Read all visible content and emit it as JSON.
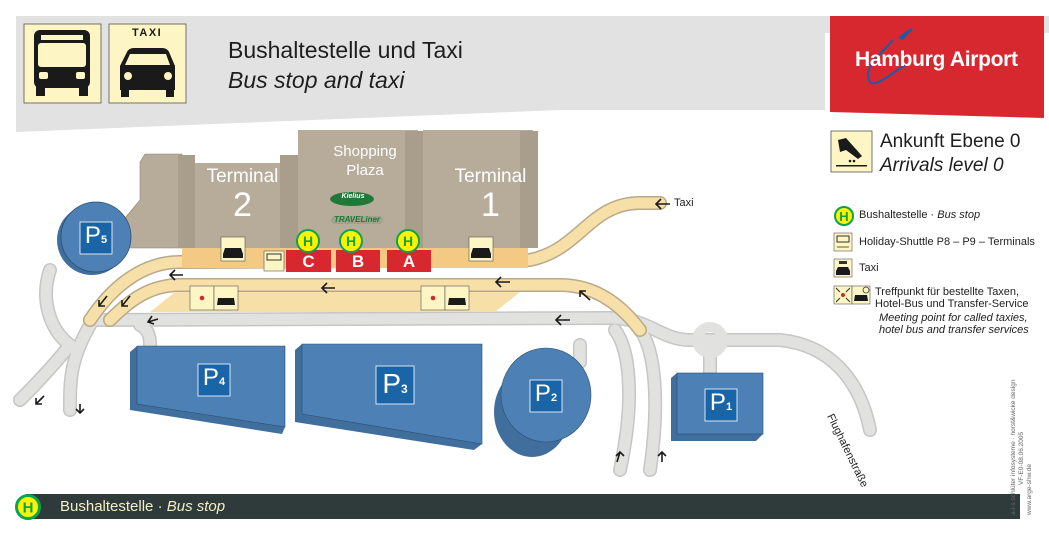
{
  "header": {
    "title_de": "Bushaltestelle und Taxi",
    "title_en": "Bus stop and taxi",
    "icons": [
      "bus-icon",
      "taxi-icon"
    ],
    "taxi_sign_label": "TAXI"
  },
  "logo": {
    "text": "Hamburg Airport",
    "background": "#d7282f"
  },
  "arrivals": {
    "title_de": "Ankunft Ebene 0",
    "title_en": "Arrivals level 0",
    "icon": "arrival-plane-icon"
  },
  "legend": {
    "items": [
      {
        "icon": "bus-stop-h-icon",
        "text_de": "Bushaltestelle",
        "sep": " · ",
        "text_en": "Bus stop"
      },
      {
        "icon": "holiday-shuttle-icon",
        "text": "Holiday-Shuttle P8 – P9 – Terminals"
      },
      {
        "icon": "taxi-icon",
        "text": "Taxi"
      },
      {
        "icon": "meeting-point-icon",
        "text_de_1": "Treffpunkt für bestellte Taxen,",
        "text_de_2": "Hotel-Bus und Transfer-Service",
        "text_en_1": "Meeting point for called taxies,",
        "text_en_2": "hotel bus and transfer services"
      }
    ]
  },
  "map": {
    "terminals": [
      {
        "label": "Terminal",
        "number": "2"
      },
      {
        "label": "Terminal",
        "number": "1"
      }
    ],
    "shopping_plaza": {
      "line1": "Shopping",
      "line2": "Plaza"
    },
    "bus_stops": [
      {
        "letter": "C",
        "symbol": "H"
      },
      {
        "letter": "B",
        "symbol": "H"
      },
      {
        "letter": "A",
        "symbol": "H"
      }
    ],
    "parking": [
      {
        "letter": "P",
        "number": "5"
      },
      {
        "letter": "P",
        "number": "4"
      },
      {
        "letter": "P",
        "number": "3"
      },
      {
        "letter": "P",
        "number": "2"
      },
      {
        "letter": "P",
        "number": "1"
      }
    ],
    "taxi_lane_label": "Taxi",
    "street_label": "Flughafenstraße",
    "brand_1": "Kielius",
    "brand_2": "TRAVELiner",
    "colors": {
      "terminal": "#b7ab99",
      "road_taxi": "#f7dfa8",
      "road_gray": "#e1e1e0",
      "parking": "#4d81b6",
      "bus_stop_red": "#d7282f",
      "h_green": "#0aa54b",
      "h_yellow": "#fff200"
    }
  },
  "footer": {
    "text_de": "Bushaltestelle",
    "sep": " · ",
    "text_en": "Bus stop"
  },
  "credit": {
    "line1": "a-i-s schlüter infosysteme · horst&wicke design",
    "line1b": "VF-E0-08.06.2005",
    "line2": "www.arge-shw.de"
  }
}
